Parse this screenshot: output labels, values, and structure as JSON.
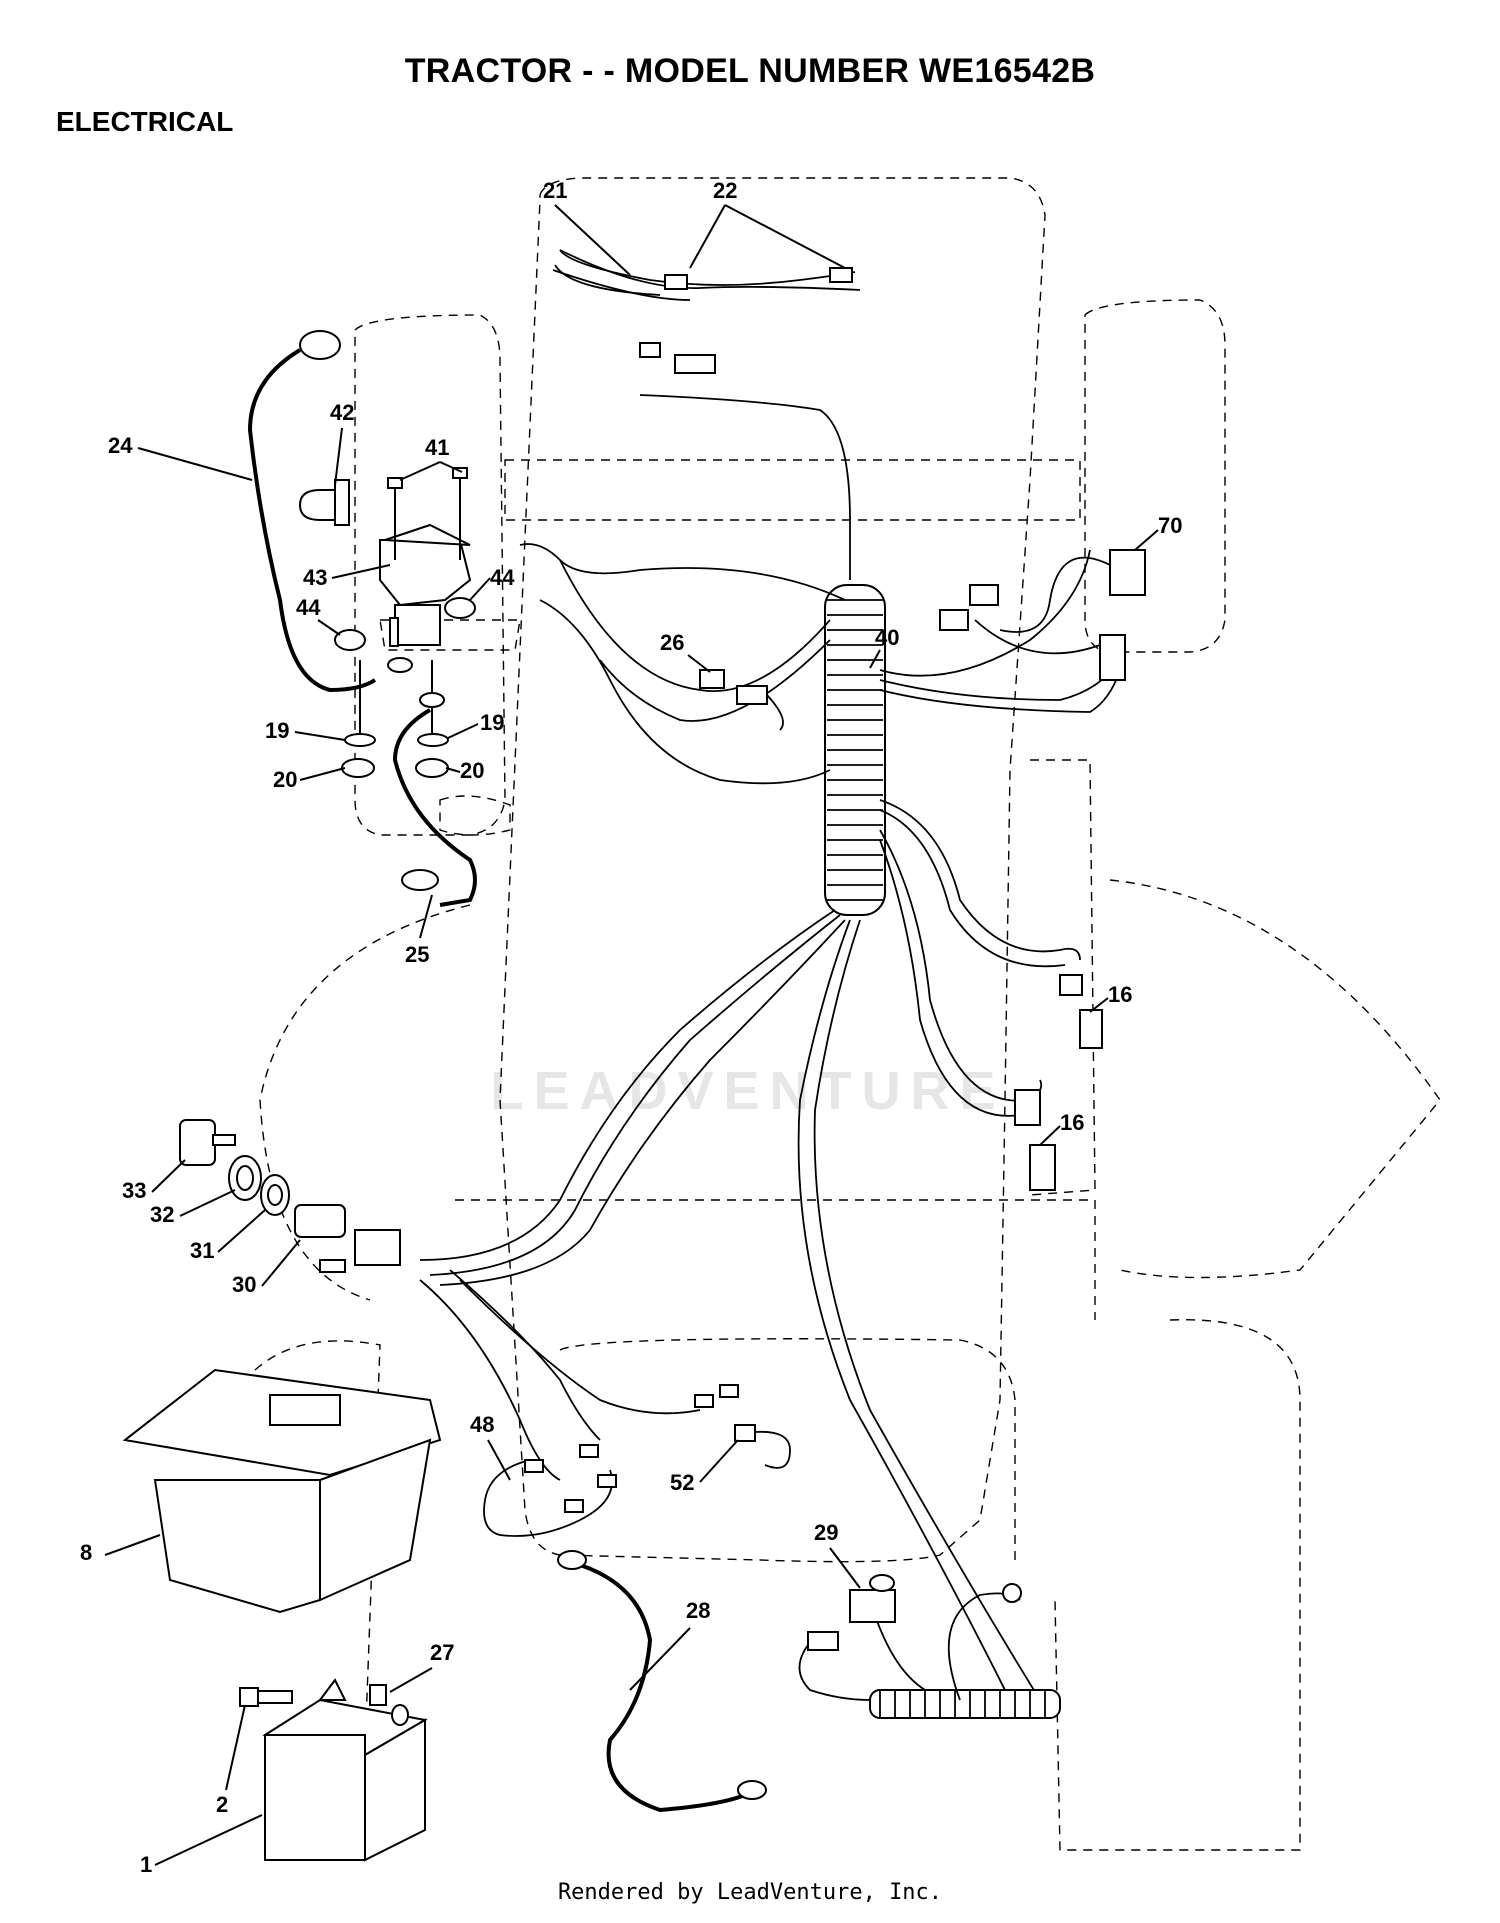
{
  "header": {
    "title": "TRACTOR - - MODEL NUMBER WE16542B",
    "section": "ELECTRICAL"
  },
  "watermark": "LEADVENTURE",
  "footer": "Rendered by LeadVenture, Inc.",
  "callouts": {
    "c21": "21",
    "c22": "22",
    "c24": "24",
    "c42": "42",
    "c41": "41",
    "c43": "43",
    "c44a": "44",
    "c44b": "44",
    "c19a": "19",
    "c19b": "19",
    "c20a": "20",
    "c20b": "20",
    "c25": "25",
    "c26": "26",
    "c40": "40",
    "c70": "70",
    "c16a": "16",
    "c16b": "16",
    "c33": "33",
    "c32": "32",
    "c31": "31",
    "c30": "30",
    "c48": "48",
    "c52": "52",
    "c8": "8",
    "c29": "29",
    "c28": "28",
    "c27": "27",
    "c2": "2",
    "c1": "1"
  }
}
